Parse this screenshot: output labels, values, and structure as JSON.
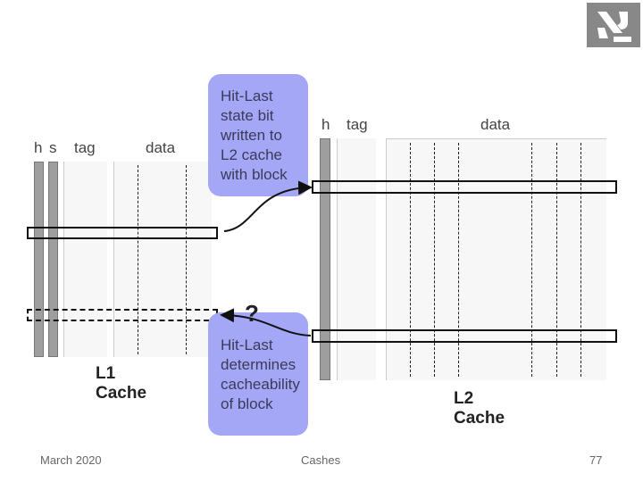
{
  "l1": {
    "headers": {
      "h": "h",
      "s": "s",
      "tag": "tag",
      "data": "data"
    },
    "title": "L1 Cache"
  },
  "l2": {
    "headers": {
      "h": "h",
      "tag": "tag",
      "data": "data"
    },
    "title": "L2 Cache"
  },
  "callout_write": {
    "lines": [
      "Hit-Last",
      "state bit",
      "written to",
      "L2 cache",
      "with block"
    ]
  },
  "callout_read": {
    "question": "?",
    "lines": [
      "Hit-Last",
      "determines",
      "cacheability",
      "of block"
    ]
  },
  "footer": {
    "date": "March 2020",
    "topic": "Cashes",
    "page": "77"
  },
  "colors": {
    "bubble": "#a4a7f6",
    "bar": "#9e9e9e",
    "logo": "#888888"
  },
  "icons": {
    "logo": "technion-logo-icon"
  }
}
